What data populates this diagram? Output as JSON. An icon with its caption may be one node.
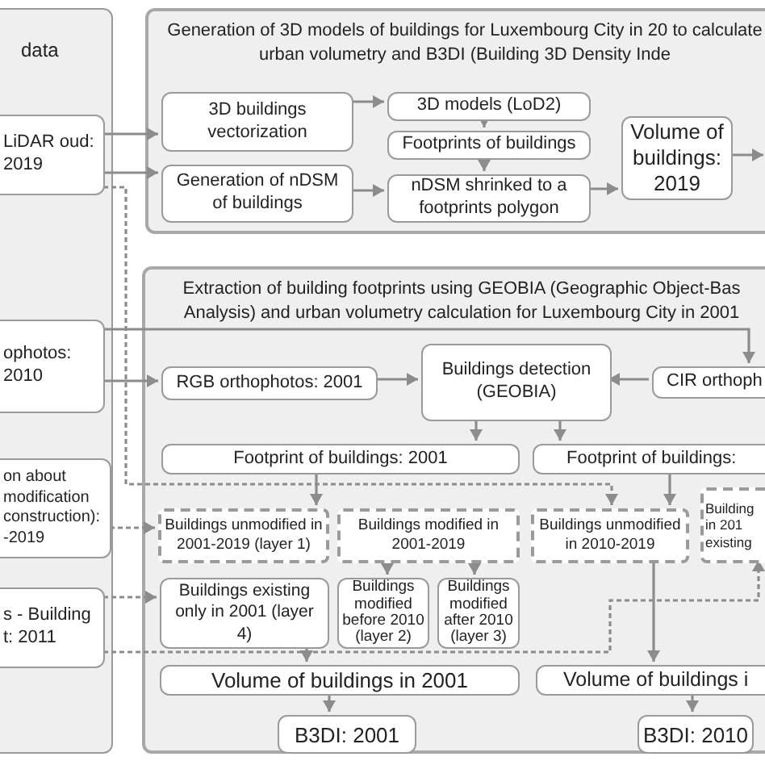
{
  "diagram": {
    "nodes": [
      {
        "text": [
          "data"
        ]
      },
      {
        "text": [
          "LiDAR oud: 2019"
        ],
        "in": 0
      },
      {
        "text": [
          "ophotos: 2010"
        ],
        "in": 0
      },
      {
        "text": [
          "on about modification construction): -2019"
        ],
        "in": 0
      },
      {
        "text": [
          "s - Building t: 2011"
        ],
        "in": 0
      },
      {
        "text": [
          "Generation of 3D models of buildings for Luxembourg City in 20 to calculate urban volumetry and B3DI (Building 3D Density Inde"
        ]
      },
      {
        "text": [
          "3D buildings vectorization"
        ],
        "in": 5
      },
      {
        "text": [
          "Generation of nDSM of buildings"
        ],
        "in": 5
      },
      {
        "text": [
          "3D models (LoD2)"
        ],
        "in": 5
      },
      {
        "text": [
          "Footprints of buildings"
        ],
        "in": 5
      },
      {
        "text": [
          "nDSM shrinked to a footprints polygon"
        ],
        "in": 5
      },
      {
        "text": [
          "Volume of buildings: 2019"
        ],
        "in": 5
      },
      {
        "text": [
          "Extraction of building footprints using GEOBIA (Geographic Object-Bas Analysis) and urban volumetry calculation for Luxembourg City in 2001"
        ]
      },
      {
        "text": [
          "RGB orthophotos: 2001"
        ],
        "in": 12
      },
      {
        "text": [
          "Buildings detection (GEOBIA)"
        ],
        "in": 12
      },
      {
        "text": [
          "CIR orthoph"
        ],
        "in": 12
      },
      {
        "text": [
          "Footprint of buildings: 2001"
        ],
        "in": 12
      },
      {
        "text": [
          "Footprint of buildings:"
        ],
        "in": 12
      },
      {
        "text": [
          "Buildings unmodified in 2001-2019 (layer 1)"
        ],
        "in": 12
      },
      {
        "text": [
          "Buildings modified in 2001-2019"
        ],
        "in": 12
      },
      {
        "text": [
          "Buildings unmodified in 2010-2019"
        ],
        "in": 12
      },
      {
        "text": [
          "Building in 201 existing"
        ],
        "in": 12
      },
      {
        "text": [
          "Buildings existing only in 2001 (layer 4)"
        ],
        "in": 12
      },
      {
        "text": [
          "Buildings modified before 2010 (layer 2)"
        ],
        "in": 12
      },
      {
        "text": [
          "Buildings modified after 2010 (layer 3)"
        ],
        "in": 12
      },
      {
        "text": [
          "Volume of buildings in 2001"
        ],
        "in": 12
      },
      {
        "text": [
          "Volume of buildings i"
        ],
        "in": 12
      },
      {
        "text": [
          "B3DI: 2001"
        ],
        "in": 12
      },
      {
        "text": [
          "B3DI: 2010"
        ],
        "in": 12
      }
    ],
    "edges": [
      {
        "from": 1,
        "to": 6,
        "arrow": "to"
      },
      {
        "from": 1,
        "to": 7,
        "arrow": "to"
      },
      {
        "from": 6,
        "to": 8,
        "arrow": "to"
      },
      {
        "from": 8,
        "to": 9,
        "arrow": "to"
      },
      {
        "from": 9,
        "to": 10,
        "arrow": "to"
      },
      {
        "from": 7,
        "to": 10,
        "arrow": "to"
      },
      {
        "from": 10,
        "to": 11,
        "arrow": "to"
      },
      {
        "from": 11,
        "to": null,
        "arrow": "to"
      },
      {
        "from": 2,
        "to": 13,
        "arrow": "to"
      },
      {
        "from": 2,
        "to": 15,
        "arrow": "to"
      },
      {
        "from": 13,
        "to": 14,
        "arrow": "to"
      },
      {
        "from": 15,
        "to": 14,
        "arrow": "to"
      },
      {
        "from": 14,
        "to": 16,
        "arrow": "to"
      },
      {
        "from": 14,
        "to": 17,
        "arrow": "to"
      },
      {
        "from": 16,
        "to": 18,
        "arrow": "to"
      },
      {
        "from": 17,
        "to": 20,
        "arrow": "to"
      },
      {
        "from": 1,
        "to": 20,
        "arrow": "to",
        "style": "dashed"
      },
      {
        "from": 3,
        "to": 18,
        "arrow": "to",
        "style": "dashed"
      },
      {
        "from": 4,
        "to": 22,
        "arrow": "to",
        "style": "dashed"
      },
      {
        "from": 4,
        "to": 21,
        "arrow": "to",
        "style": "dashed"
      },
      {
        "from": 19,
        "to": 23,
        "arrow": "to"
      },
      {
        "from": 19,
        "to": 24,
        "arrow": "to"
      },
      {
        "from": 22,
        "to": 25,
        "arrow": "to"
      },
      {
        "from": 25,
        "to": 27,
        "arrow": "to"
      },
      {
        "from": 20,
        "to": 26,
        "arrow": "to"
      },
      {
        "from": 26,
        "to": 28,
        "arrow": "to"
      }
    ]
  }
}
